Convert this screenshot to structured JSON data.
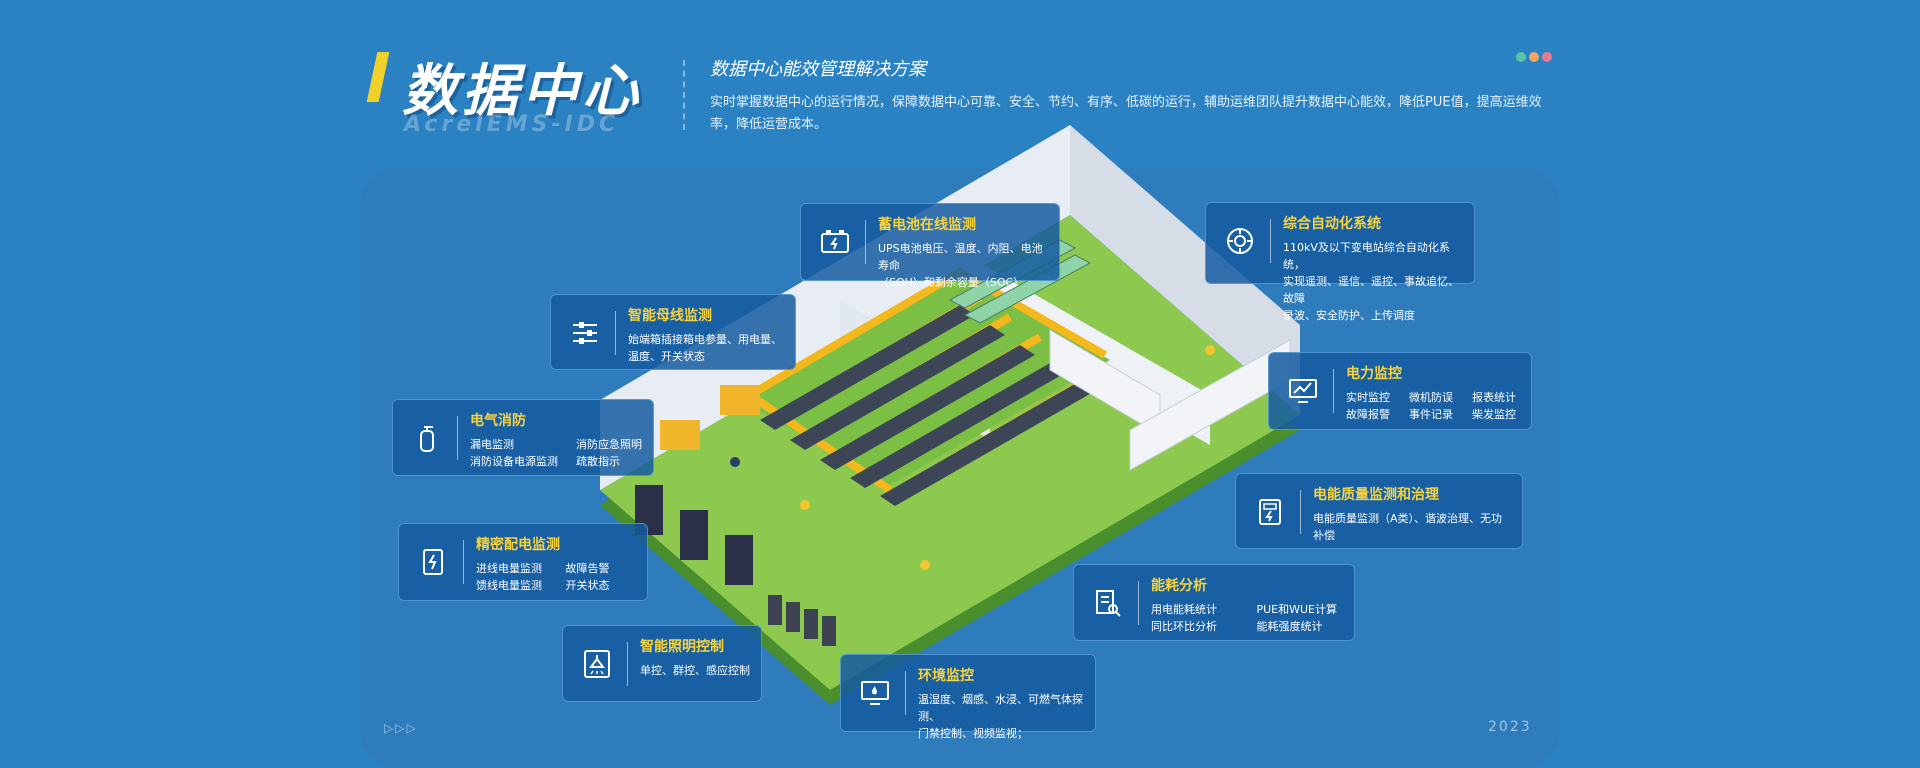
{
  "header": {
    "title": "数据中心",
    "subtitle": "AcrelEMS-IDC",
    "heading": "数据中心能效管理解决方案",
    "description": "实时掌握数据中心的运行情况，保障数据中心可靠、安全、节约、有序、低碳的运行，辅助运维团队提升数据中心能效，降低PUE值，提高运维效率，降低运营成本。"
  },
  "colors": {
    "background": "#2b82c3",
    "panel": "#2f7cbc",
    "card_title": "#f5d340",
    "dots": [
      "#57c4a8",
      "#f2a765",
      "#e77a92"
    ]
  },
  "cards": {
    "battery": {
      "title": "蓄电池在线监测",
      "line1": "UPS电池电压、温度、内阻、电池寿命",
      "line2": "（SOH）和剩余容量（SOC）",
      "icon": "battery-icon"
    },
    "automation": {
      "title": "综合自动化系统",
      "line1": "110kV及以下变电站综合自动化系统，",
      "line2": "实现遥测、遥信、遥控、事故追忆、故障",
      "line3": "录波、安全防护、上传调度",
      "icon": "automation-icon"
    },
    "busbar": {
      "title": "智能母线监测",
      "line1": "始端箱插接箱电参量、用电量、",
      "line2": "温度、开关状态",
      "icon": "busbar-icon"
    },
    "power": {
      "title": "电力监控",
      "items": [
        "实时监控",
        "微机防误",
        "报表统计",
        "故障报警",
        "事件记录",
        "柴发监控"
      ],
      "icon": "monitor-chart-icon"
    },
    "fire": {
      "title": "电气消防",
      "items": [
        "漏电监测",
        "消防应急照明",
        "消防设备电源监测",
        "疏散指示"
      ],
      "icon": "fire-extinguisher-icon"
    },
    "quality": {
      "title": "电能质量监测和治理",
      "line1": "电能质量监测（A类）、谐波治理、无功补偿",
      "icon": "power-quality-icon"
    },
    "precision": {
      "title": "精密配电监测",
      "items": [
        "进线电量监测",
        "故障告警",
        "馈线电量监测",
        "开关状态"
      ],
      "icon": "meter-icon"
    },
    "energy": {
      "title": "能耗分析",
      "items": [
        "用电能耗统计",
        "PUE和WUE计算",
        "同比环比分析",
        "能耗强度统计"
      ],
      "icon": "report-search-icon"
    },
    "lighting": {
      "title": "智能照明控制",
      "line1": "单控、群控、感应控制",
      "icon": "lamp-icon"
    },
    "environment": {
      "title": "环境监控",
      "line1": "温湿度、烟感、水浸、可燃气体探测、",
      "line2": "门禁控制、视频监视；",
      "icon": "environment-icon"
    }
  },
  "footer": {
    "arrows": "▷▷▷",
    "year": "2023"
  }
}
